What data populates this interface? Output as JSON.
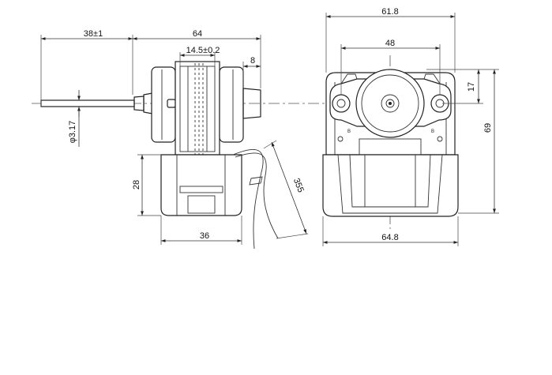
{
  "dimensions": {
    "shaft_extension": "38±1",
    "overall_length": "64",
    "core_width": "14.5±0.2",
    "bearing_offset": "8",
    "shaft_diameter": "φ3.17",
    "gearbox_height": "28",
    "gearbox_depth": "36",
    "lead_length": "355",
    "frame_width": "61.8",
    "mount_spacing": "48",
    "hub_offset": "17",
    "overall_height": "69",
    "base_width": "64.8"
  },
  "terminal_labels": {
    "left": "B",
    "right": "B"
  }
}
